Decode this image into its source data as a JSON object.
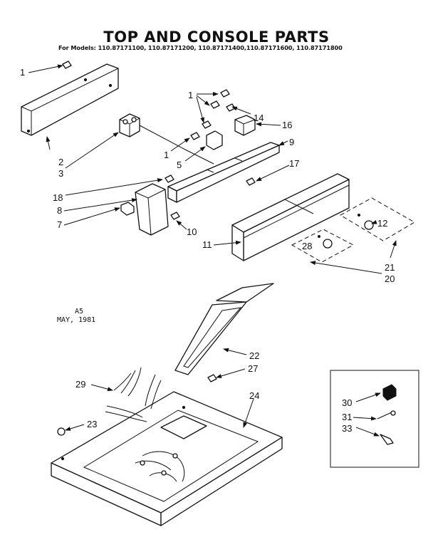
{
  "title": "TOP AND CONSOLE PARTS",
  "models_line": "For Models: 110.87171100, 110.87171200, 110.87171400,110.87171600, 110.87171800",
  "stamp": {
    "code": "A5",
    "date": "MAY, 1981"
  },
  "callouts": {
    "c1a": "1",
    "c1b": "1",
    "c1c": "1",
    "c2": "2",
    "c3": "3",
    "c5": "5",
    "c7": "7",
    "c8": "8",
    "c9": "9",
    "c10": "10",
    "c11": "11",
    "c12": "12",
    "c14": "14",
    "c16": "16",
    "c17": "17",
    "c18": "18",
    "c20": "20",
    "c21": "21",
    "c22": "22",
    "c23": "23",
    "c24": "24",
    "c27": "27",
    "c28": "28",
    "c29": "29",
    "c30": "30",
    "c31": "31",
    "c33": "33"
  }
}
